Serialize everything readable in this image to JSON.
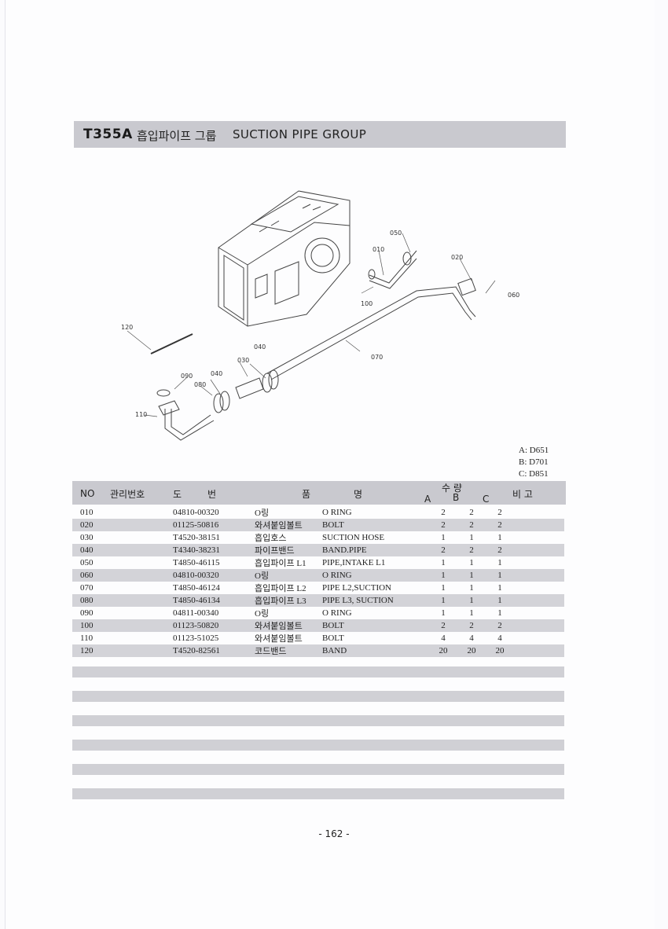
{
  "title": {
    "code": "T355A",
    "korean": "흡입파이프 그룹",
    "english": "SUCTION  PIPE GROUP"
  },
  "models": [
    "A: D651",
    "B: D701",
    "C: D851"
  ],
  "table_header": {
    "no": "NO",
    "mgmt": "관리번호",
    "drawing_1": "도",
    "drawing_2": "번",
    "name_1": "품",
    "name_2": "명",
    "qty": "수  량",
    "qa": "A",
    "qb": "B",
    "qc": "C",
    "remark": "비  고"
  },
  "parts": [
    {
      "no": "010",
      "drawing": "04810-00320",
      "kr": "O링",
      "en": "O RING",
      "a": "2",
      "b": "2",
      "c": "2"
    },
    {
      "no": "020",
      "drawing": "01125-50816",
      "kr": "와셔붙임볼트",
      "en": "BOLT",
      "a": "2",
      "b": "2",
      "c": "2"
    },
    {
      "no": "030",
      "drawing": "T4520-38151",
      "kr": "흡입호스",
      "en": "SUCTION HOSE",
      "a": "1",
      "b": "1",
      "c": "1"
    },
    {
      "no": "040",
      "drawing": "T4340-38231",
      "kr": "파이프밴드",
      "en": "BAND.PIPE",
      "a": "2",
      "b": "2",
      "c": "2"
    },
    {
      "no": "050",
      "drawing": "T4850-46115",
      "kr": "흡입파이프 L1",
      "en": "PIPE,INTAKE L1",
      "a": "1",
      "b": "1",
      "c": "1"
    },
    {
      "no": "060",
      "drawing": "04810-00320",
      "kr": "O링",
      "en": "O RING",
      "a": "1",
      "b": "1",
      "c": "1"
    },
    {
      "no": "070",
      "drawing": "T4850-46124",
      "kr": "흡입파이프 L2",
      "en": "PIPE L2,SUCTION",
      "a": "1",
      "b": "1",
      "c": "1"
    },
    {
      "no": "080",
      "drawing": "T4850-46134",
      "kr": "흡입파이프 L3",
      "en": "PIPE L3, SUCTION",
      "a": "1",
      "b": "1",
      "c": "1"
    },
    {
      "no": "090",
      "drawing": "04811-00340",
      "kr": "O링",
      "en": "O RING",
      "a": "1",
      "b": "1",
      "c": "1"
    },
    {
      "no": "100",
      "drawing": "01123-50820",
      "kr": "와셔붙임볼트",
      "en": "BOLT",
      "a": "2",
      "b": "2",
      "c": "2"
    },
    {
      "no": "110",
      "drawing": "01123-51025",
      "kr": "와셔붙임볼트",
      "en": "BOLT",
      "a": "4",
      "b": "4",
      "c": "4"
    },
    {
      "no": "120",
      "drawing": "T4520-82561",
      "kr": "코드밴드",
      "en": "BAND",
      "a": "20",
      "b": "20",
      "c": "20"
    }
  ],
  "callouts": {
    "c010": "010",
    "c020": "020",
    "c030": "030",
    "c040a": "040",
    "c040b": "040",
    "c050": "050",
    "c060": "060",
    "c070": "070",
    "c080": "080",
    "c090": "090",
    "c100": "100",
    "c110": "110",
    "c120": "120"
  },
  "page_number": "- 162 -"
}
